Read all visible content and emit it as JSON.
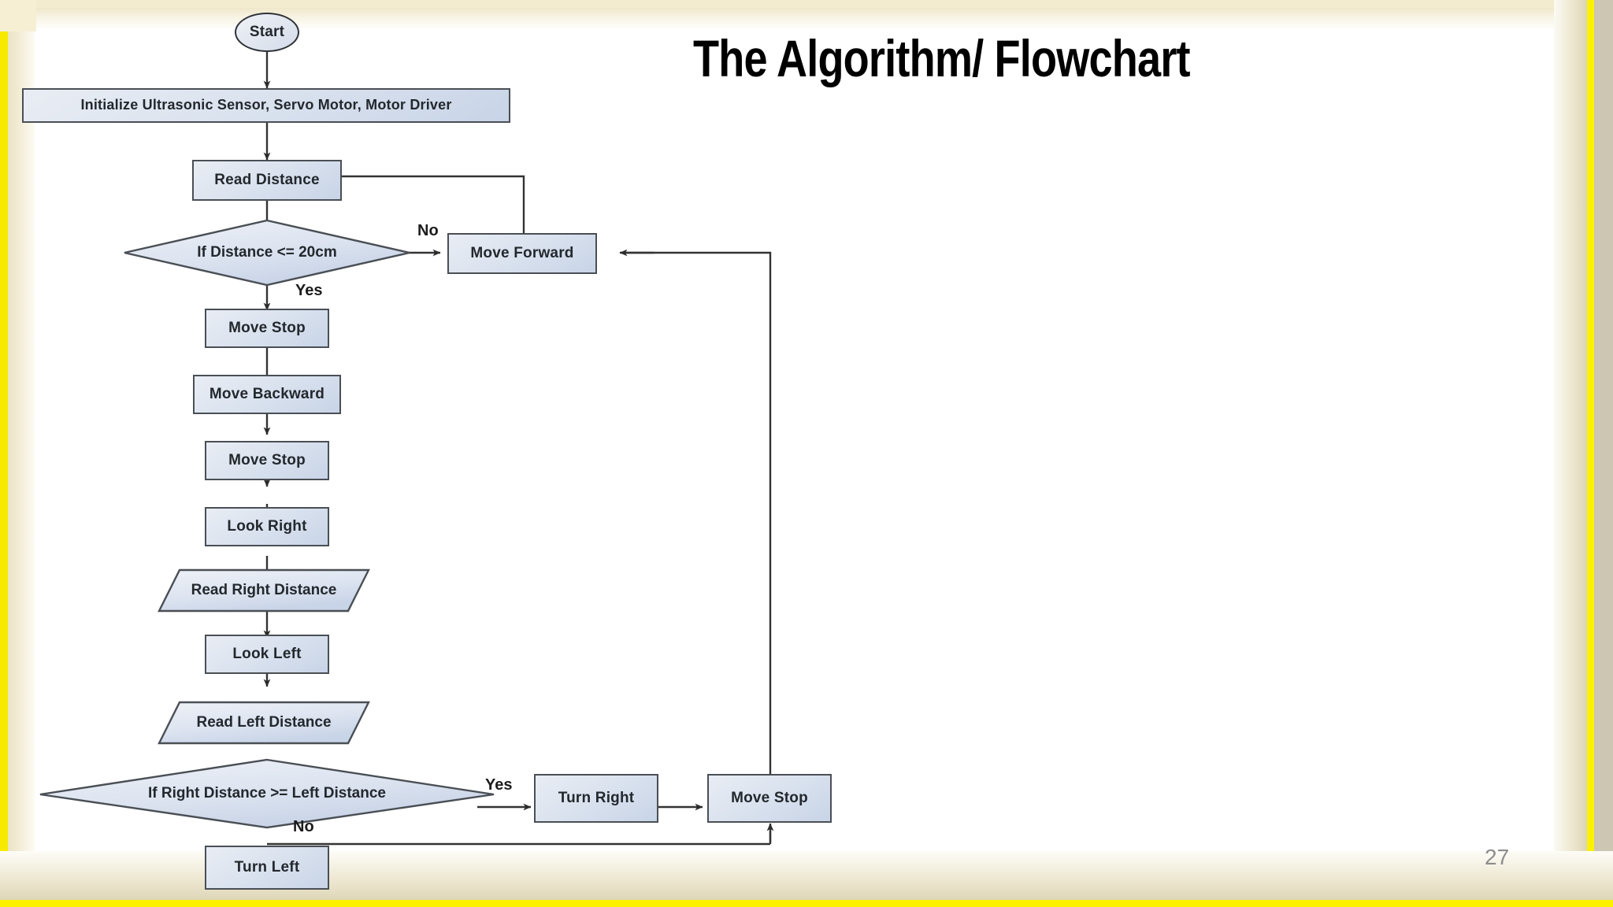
{
  "slide": {
    "title": "The Algorithm/ Flowchart",
    "page_number": "27",
    "accent_yellow": "#fcf100",
    "frame_cream": "#ece5cd",
    "node_fill": "#d7dfec",
    "node_border": "#4a4f55",
    "line_color": "#333333"
  },
  "flowchart": {
    "type": "flowchart",
    "nodes": [
      {
        "id": "start",
        "shape": "terminator",
        "label": "Start"
      },
      {
        "id": "init",
        "shape": "process",
        "label": "Initialize Ultrasonic Sensor, Servo Motor, Motor Driver"
      },
      {
        "id": "read",
        "shape": "process",
        "label": "Read Distance"
      },
      {
        "id": "dist_check",
        "shape": "decision",
        "label": "If Distance <= 20cm"
      },
      {
        "id": "fwd",
        "shape": "process",
        "label": "Move Forward"
      },
      {
        "id": "stop1",
        "shape": "process",
        "label": "Move Stop"
      },
      {
        "id": "back",
        "shape": "process",
        "label": "Move Backward"
      },
      {
        "id": "stop2",
        "shape": "process",
        "label": "Move Stop"
      },
      {
        "id": "look_r",
        "shape": "process",
        "label": "Look Right"
      },
      {
        "id": "read_r",
        "shape": "parallelogram",
        "label": "Read Right Distance"
      },
      {
        "id": "look_l",
        "shape": "process",
        "label": "Look Left"
      },
      {
        "id": "read_l",
        "shape": "parallelogram",
        "label": "Read Left Distance"
      },
      {
        "id": "cmp",
        "shape": "decision",
        "label": "If Right Distance >= Left Distance"
      },
      {
        "id": "turn_r",
        "shape": "process",
        "label": "Turn Right"
      },
      {
        "id": "stop3",
        "shape": "process",
        "label": "Move Stop"
      },
      {
        "id": "turn_l",
        "shape": "process",
        "label": "Turn Left"
      }
    ],
    "edges": [
      {
        "from": "start",
        "to": "init",
        "label": ""
      },
      {
        "from": "init",
        "to": "read",
        "label": ""
      },
      {
        "from": "read",
        "to": "dist_check",
        "label": ""
      },
      {
        "from": "dist_check",
        "to": "fwd",
        "label": "No"
      },
      {
        "from": "dist_check",
        "to": "stop1",
        "label": "Yes"
      },
      {
        "from": "fwd",
        "to": "read",
        "label": ""
      },
      {
        "from": "stop1",
        "to": "back",
        "label": ""
      },
      {
        "from": "back",
        "to": "stop2",
        "label": ""
      },
      {
        "from": "stop2",
        "to": "look_r",
        "label": ""
      },
      {
        "from": "look_r",
        "to": "read_r",
        "label": ""
      },
      {
        "from": "read_r",
        "to": "look_l",
        "label": ""
      },
      {
        "from": "look_l",
        "to": "read_l",
        "label": ""
      },
      {
        "from": "read_l",
        "to": "cmp",
        "label": ""
      },
      {
        "from": "cmp",
        "to": "turn_r",
        "label": "Yes"
      },
      {
        "from": "cmp",
        "to": "turn_l",
        "label": "No"
      },
      {
        "from": "turn_r",
        "to": "stop3",
        "label": ""
      },
      {
        "from": "turn_l",
        "to": "stop3",
        "label": ""
      },
      {
        "from": "stop3",
        "to": "fwd",
        "label": ""
      }
    ],
    "edge_labels": {
      "no_top": "No",
      "yes_top": "Yes",
      "yes_bottom": "Yes",
      "no_bottom": "No"
    }
  }
}
